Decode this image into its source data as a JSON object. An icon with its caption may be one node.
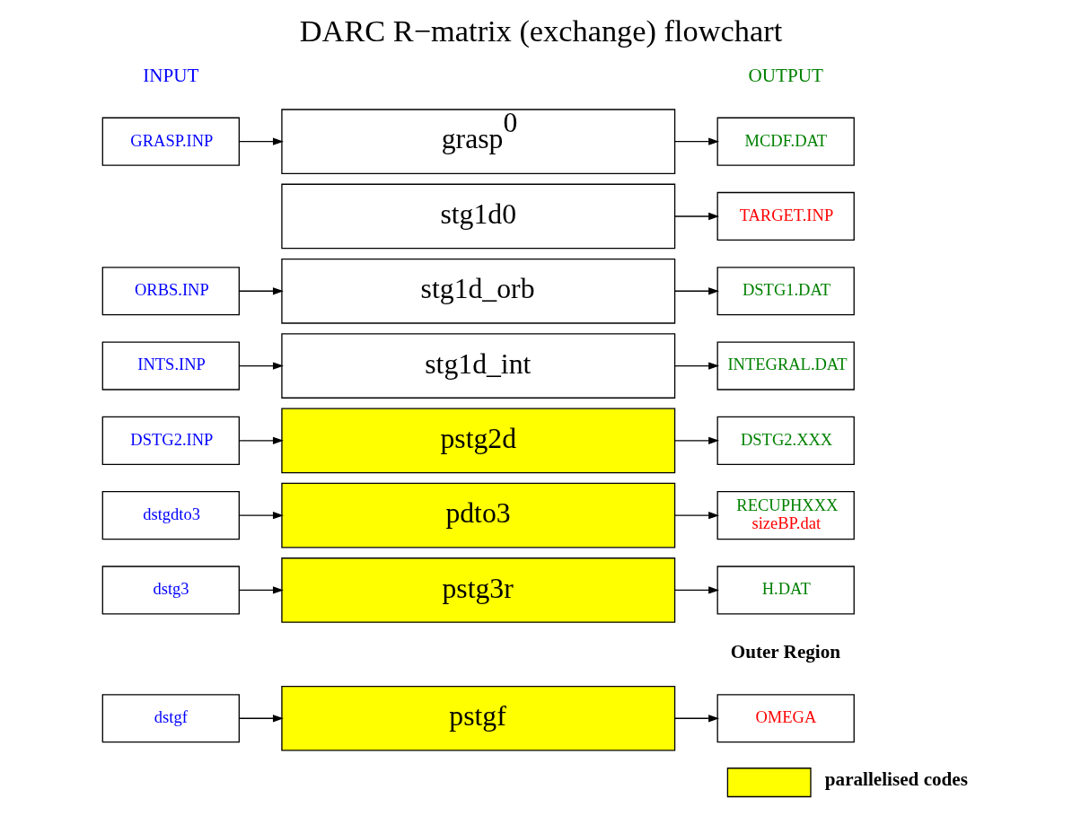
{
  "diagram": {
    "title": "DARC R−matrix (exchange) flowchart",
    "nodes": [
      {
        "text": [
          "GRASP.INP"
        ]
      },
      {
        "text": [
          "grasp$^{0}$"
        ]
      },
      {
        "text": [
          "MCDF.DAT"
        ]
      },
      {
        "text": [
          "stg1d0"
        ]
      },
      {
        "text": [
          "TARGET.INP"
        ]
      },
      {
        "text": [
          "ORBS.INP"
        ]
      },
      {
        "text": [
          "stg1d_orb"
        ]
      },
      {
        "text": [
          "DSTG1.DAT"
        ]
      },
      {
        "text": [
          "INTS.INP"
        ]
      },
      {
        "text": [
          "stg1d_int"
        ]
      },
      {
        "text": [
          "INTEGRAL.DAT"
        ]
      },
      {
        "text": [
          "DSTG2.INP"
        ]
      },
      {
        "text": [
          "pstg2d"
        ]
      },
      {
        "text": [
          "DSTG2.XXX"
        ]
      },
      {
        "text": [
          "dstgdto3"
        ]
      },
      {
        "text": [
          "pdto3"
        ]
      },
      {
        "text": [
          "RECUPHXXX",
          "sizeBP.dat"
        ]
      },
      {
        "text": [
          "dstg3"
        ]
      },
      {
        "text": [
          "pstg3r"
        ]
      },
      {
        "text": [
          "H.DAT"
        ]
      },
      {
        "text": [
          "dstgf"
        ]
      },
      {
        "text": [
          "pstgf"
        ]
      },
      {
        "text": [
          "OMEGA"
        ]
      }
    ],
    "edges": [
      {
        "from": 0,
        "to": 1,
        "arrow": "to"
      },
      {
        "from": 1,
        "to": 2,
        "arrow": "to"
      },
      {
        "from": 3,
        "to": 4,
        "arrow": "to"
      },
      {
        "from": 5,
        "to": 6,
        "arrow": "to"
      },
      {
        "from": 6,
        "to": 7,
        "arrow": "to"
      },
      {
        "from": 8,
        "to": 9,
        "arrow": "to"
      },
      {
        "from": 9,
        "to": 10,
        "arrow": "to"
      },
      {
        "from": 11,
        "to": 12,
        "arrow": "to"
      },
      {
        "from": 12,
        "to": 13,
        "arrow": "to"
      },
      {
        "from": 14,
        "to": 15,
        "arrow": "to"
      },
      {
        "from": 15,
        "to": 16,
        "arrow": "to"
      },
      {
        "from": 17,
        "to": 18,
        "arrow": "to"
      },
      {
        "from": 18,
        "to": 19,
        "arrow": "to"
      },
      {
        "from": 20,
        "to": 21,
        "arrow": "to"
      },
      {
        "from": 21,
        "to": 22,
        "arrow": "to"
      }
    ],
    "labels": [
      "INPUT",
      "OUTPUT",
      "Outer Region"
    ],
    "legend": [
      {
        "text": "parallelised codes",
        "color": "#ffff00"
      }
    ]
  }
}
